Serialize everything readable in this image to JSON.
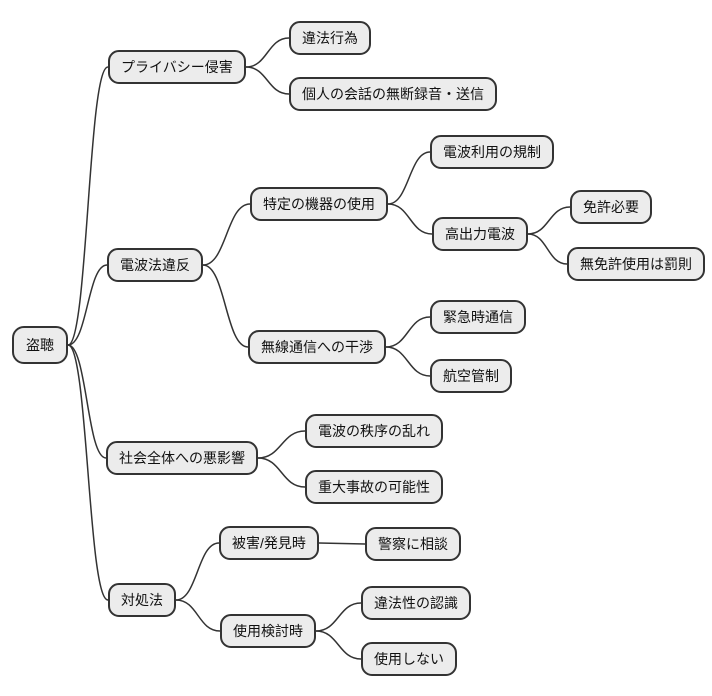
{
  "diagram": {
    "type": "mindmap",
    "background": "#ffffff",
    "node_fill": "#ececec",
    "node_border": "#333333",
    "connector_color": "#333333",
    "text_color": "#111111"
  },
  "nodes": [
    {
      "id": "root",
      "label": "盗聴"
    },
    {
      "id": "privacy",
      "label": "プライバシー侵害"
    },
    {
      "id": "illegal-act",
      "label": "違法行為"
    },
    {
      "id": "unauthorized-recording",
      "label": "個人の会話の無断録音・送信"
    },
    {
      "id": "radio-law",
      "label": "電波法違反"
    },
    {
      "id": "specific-equipment",
      "label": "特定の機器の使用"
    },
    {
      "id": "radio-regulation",
      "label": "電波利用の規制"
    },
    {
      "id": "high-power-radio",
      "label": "高出力電波"
    },
    {
      "id": "license-required",
      "label": "免許必要"
    },
    {
      "id": "unlicensed-penalty",
      "label": "無免許使用は罰則"
    },
    {
      "id": "radio-interference",
      "label": "無線通信への干渉"
    },
    {
      "id": "emergency-comm",
      "label": "緊急時通信"
    },
    {
      "id": "air-traffic-control",
      "label": "航空管制"
    },
    {
      "id": "social-impact",
      "label": "社会全体への悪影響"
    },
    {
      "id": "radio-order-disruption",
      "label": "電波の秩序の乱れ"
    },
    {
      "id": "serious-accident-risk",
      "label": "重大事故の可能性"
    },
    {
      "id": "countermeasures",
      "label": "対処法"
    },
    {
      "id": "victim-discovery",
      "label": "被害/発見時"
    },
    {
      "id": "consult-police",
      "label": "警察に相談"
    },
    {
      "id": "considering-use",
      "label": "使用検討時"
    },
    {
      "id": "illegality-awareness",
      "label": "違法性の認識"
    },
    {
      "id": "do-not-use",
      "label": "使用しない"
    }
  ],
  "edges": [
    {
      "from": "root",
      "to": "privacy"
    },
    {
      "from": "root",
      "to": "radio-law"
    },
    {
      "from": "root",
      "to": "social-impact"
    },
    {
      "from": "root",
      "to": "countermeasures"
    },
    {
      "from": "privacy",
      "to": "illegal-act"
    },
    {
      "from": "privacy",
      "to": "unauthorized-recording"
    },
    {
      "from": "radio-law",
      "to": "specific-equipment"
    },
    {
      "from": "radio-law",
      "to": "radio-interference"
    },
    {
      "from": "specific-equipment",
      "to": "radio-regulation"
    },
    {
      "from": "specific-equipment",
      "to": "high-power-radio"
    },
    {
      "from": "high-power-radio",
      "to": "license-required"
    },
    {
      "from": "high-power-radio",
      "to": "unlicensed-penalty"
    },
    {
      "from": "radio-interference",
      "to": "emergency-comm"
    },
    {
      "from": "radio-interference",
      "to": "air-traffic-control"
    },
    {
      "from": "social-impact",
      "to": "radio-order-disruption"
    },
    {
      "from": "social-impact",
      "to": "serious-accident-risk"
    },
    {
      "from": "countermeasures",
      "to": "victim-discovery"
    },
    {
      "from": "countermeasures",
      "to": "considering-use"
    },
    {
      "from": "victim-discovery",
      "to": "consult-police"
    },
    {
      "from": "considering-use",
      "to": "illegality-awareness"
    },
    {
      "from": "considering-use",
      "to": "do-not-use"
    }
  ]
}
